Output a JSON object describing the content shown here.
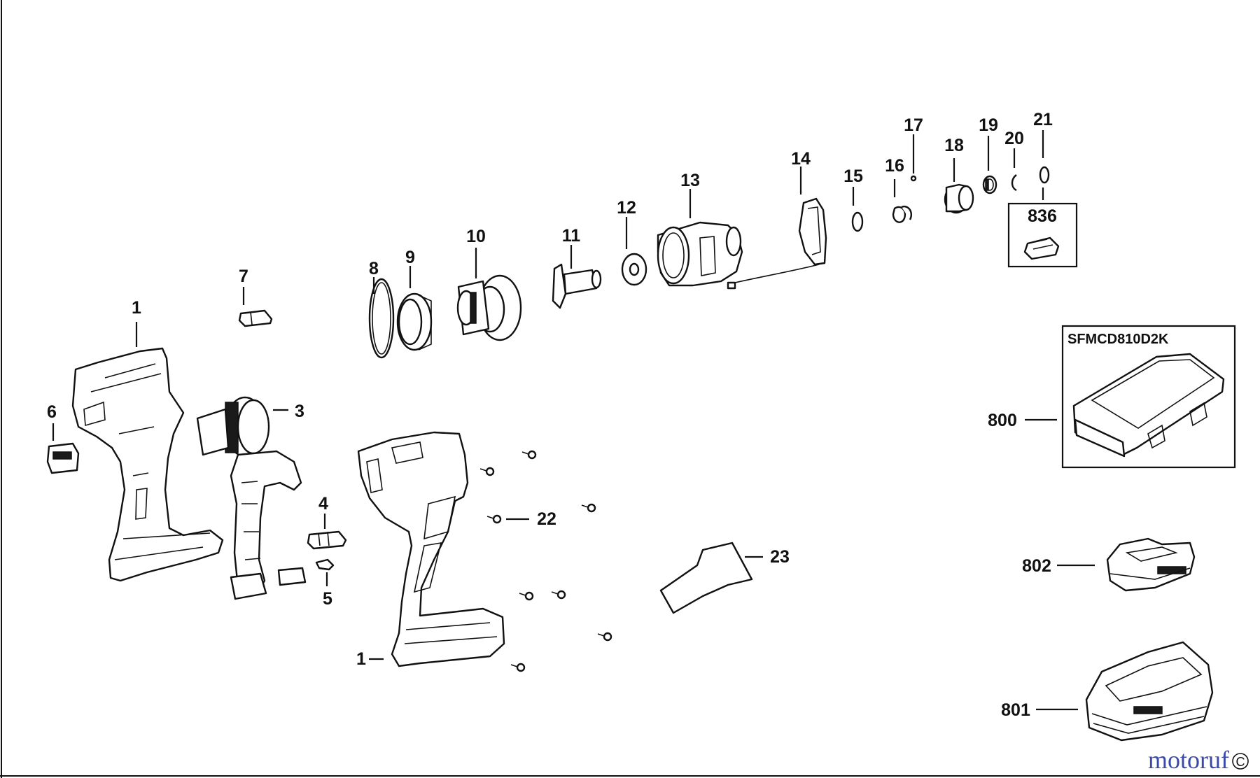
{
  "diagram": {
    "part_labels": [
      "1",
      "3",
      "4",
      "5",
      "6",
      "7",
      "8",
      "9",
      "10",
      "11",
      "12",
      "13",
      "14",
      "15",
      "16",
      "17",
      "18",
      "19",
      "20",
      "21",
      "22",
      "23",
      "1"
    ],
    "kit_label": "SFMCD810D2K",
    "accessory_labels": [
      "800",
      "802",
      "801",
      "836"
    ],
    "watermark": "motoruf",
    "corner_badge": "C"
  },
  "colors": {
    "line": "#111111",
    "background": "#ffffff",
    "watermark_blue": "#3a4aa8",
    "watermark_red": "#c0392b"
  }
}
